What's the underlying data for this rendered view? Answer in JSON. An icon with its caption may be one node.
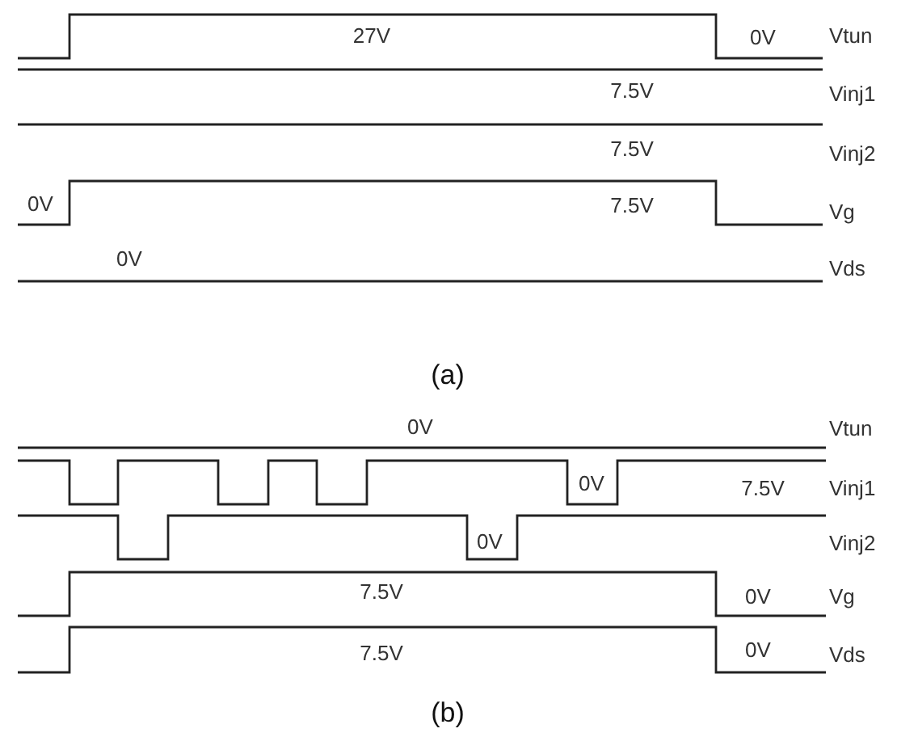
{
  "diagram": {
    "labels": [
      "27V",
      "0V",
      "Vtun",
      "7.5V",
      "Vinj1",
      "7.5V",
      "Vinj2",
      "0V",
      "7.5V",
      "Vg",
      "0V",
      "Vds",
      "(a)",
      "0V",
      "Vtun",
      "0V",
      "7.5V",
      "Vinj1",
      "0V",
      "Vinj2",
      "7.5V",
      "0V",
      "Vg",
      "7.5V",
      "0V",
      "Vds",
      "(b)"
    ]
  }
}
